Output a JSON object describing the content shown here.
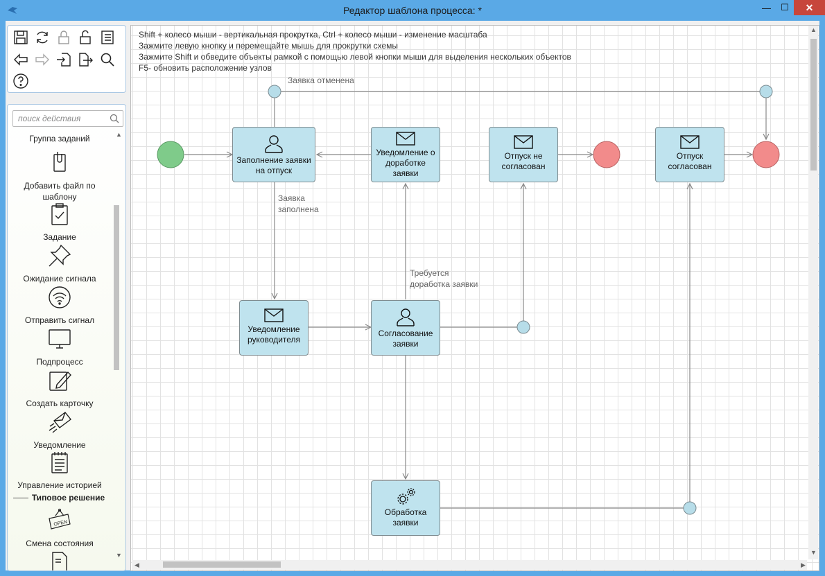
{
  "window": {
    "title": "Редактор шаблона процесса:  *",
    "minimize": "—",
    "maximize": "☐",
    "close": "✕"
  },
  "toolbar": {
    "icons": [
      "save-icon",
      "refresh-icon",
      "lock-icon",
      "unlock-icon",
      "list-icon",
      "back-icon",
      "forward-icon",
      "import-icon",
      "export-icon",
      "zoom-icon",
      "help-icon"
    ]
  },
  "actions": {
    "search_placeholder": "поиск действия",
    "group_tasks": "Группа заданий",
    "items": [
      {
        "label": "Добавить файл по шаблону"
      },
      {
        "label": "Задание"
      },
      {
        "label": "Ожидание сигнала"
      },
      {
        "label": "Отправить сигнал"
      },
      {
        "label": "Подпроцесс"
      },
      {
        "label": "Создать карточку"
      },
      {
        "label": "Уведомление"
      },
      {
        "label": "Управление историей"
      }
    ],
    "group_typical": "Типовое решение",
    "typical_items": [
      {
        "label": "Смена состояния"
      }
    ]
  },
  "hints": [
    "Shift + колесо мыши - вертикальная прокрутка, Ctrl + колесо мыши - изменение масштаба",
    "Зажмите левую кнопку и перемещайте мышь для прокрутки схемы",
    "Зажмите Shift и обведите объекты рамкой с помощью левой кнопки мыши для выделения нескольких объектов",
    "F5- обновить расположение узлов"
  ],
  "diagram": {
    "nodes": {
      "fill_request": "Заполнение заявки на отпуск",
      "notify_rework": "Уведомление о доработке заявки",
      "vacation_rejected": "Отпуск не согласован",
      "vacation_approved": "Отпуск согласован",
      "notify_manager": "Уведомление руководителя",
      "approve_request": "Согласование заявки",
      "process_request": "Обработка заявки"
    },
    "edge_labels": {
      "cancelled": "Заявка отменена",
      "filled_line1": "Заявка",
      "filled_line2": "заполнена",
      "rework_line1": "Требуется",
      "rework_line2": "доработка заявки"
    },
    "colors": {
      "task": "#bfe3ee",
      "start": "#7fcb8a",
      "end": "#f28b8b",
      "gateway": "#b7dde9"
    }
  }
}
